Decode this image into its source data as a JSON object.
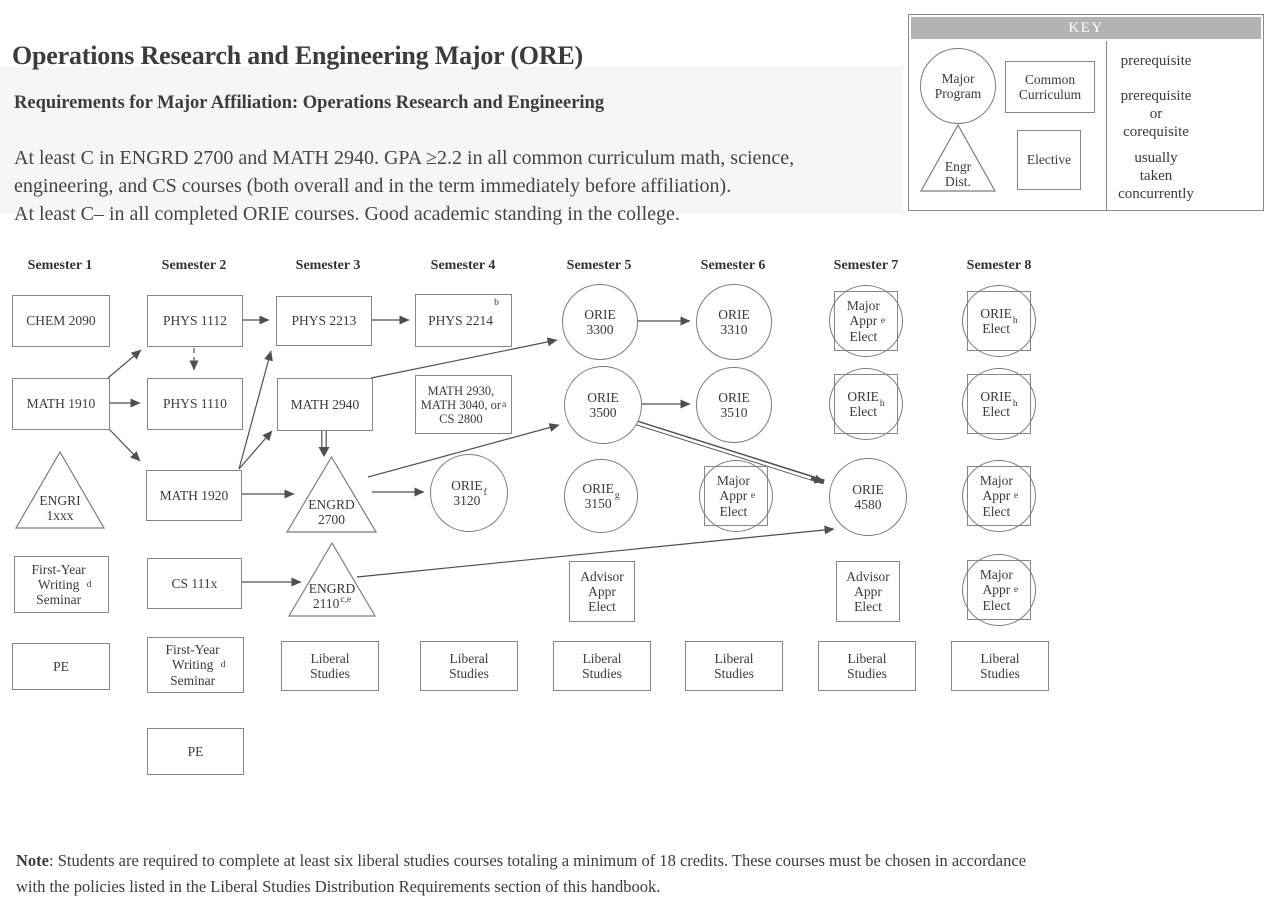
{
  "header": {
    "title": "Operations Research and Engineering Major (ORE)",
    "requirements_heading": "Requirements for Major Affiliation:  Operations Research and Engineering",
    "requirements_body": "At least C in ENGRD 2700 and MATH 2940. GPA ≥2.2 in all common curriculum math, science,\nengineering, and CS courses (both overall and in the term immediately before affiliation).\nAt least C– in all completed ORIE courses. Good academic standing in the college."
  },
  "key": {
    "title": "KEY",
    "shapes": {
      "major_program": "Major\nProgram",
      "common_curriculum": "Common\nCurriculum",
      "engr_dist": "Engr\nDist.",
      "elective": "Elective"
    },
    "arrow_labels": {
      "prerequisite": "prerequisite",
      "prereq_or_coreq": "prerequisite\nor\ncorequisite",
      "concurrent": "usually\ntaken\nconcurrently"
    }
  },
  "semesters": {
    "s1": "Semester 1",
    "s2": "Semester 2",
    "s3": "Semester 3",
    "s4": "Semester 4",
    "s5": "Semester 5",
    "s6": "Semester 6",
    "s7": "Semester 7",
    "s8": "Semester 8"
  },
  "nodes": {
    "chem2090": {
      "label": "CHEM 2090"
    },
    "math1910": {
      "label": "MATH 1910"
    },
    "engri1xxx": {
      "label": "ENGRI\n1xxx"
    },
    "fyws1": {
      "label": "First-Year\nWriting\nSeminar",
      "sup": "d"
    },
    "pe1": {
      "label": "PE"
    },
    "phys1112": {
      "label": "PHYS 1112"
    },
    "phys1110": {
      "label": "PHYS 1110"
    },
    "math1920": {
      "label": "MATH 1920"
    },
    "cs111x": {
      "label": "CS 111x"
    },
    "fyws2": {
      "label": "First-Year\nWriting\nSeminar",
      "sup": "d"
    },
    "pe2": {
      "label": "PE"
    },
    "phys2213": {
      "label": "PHYS 2213"
    },
    "math2940": {
      "label": "MATH 2940"
    },
    "engrd2700": {
      "label": "ENGRD\n2700"
    },
    "engrd2110": {
      "label": "ENGRD\n2110",
      "sup": "c,e"
    },
    "ls3": {
      "label": "Liberal\nStudies"
    },
    "phys2214": {
      "label": "PHYS 2214",
      "sup": "b"
    },
    "math2930": {
      "label": "MATH 2930,\nMATH 3040, or\nCS 2800",
      "sup": "a"
    },
    "orie3120": {
      "label": "ORIE\n3120",
      "sup": "f"
    },
    "ls4": {
      "label": "Liberal\nStudies"
    },
    "orie3300": {
      "label": "ORIE\n3300"
    },
    "orie3500": {
      "label": "ORIE\n3500"
    },
    "orie3150": {
      "label": "ORIE\n3150",
      "sup": "g"
    },
    "advelect5": {
      "label": "Advisor\nAppr\nElect"
    },
    "ls5": {
      "label": "Liberal\nStudies"
    },
    "orie3310": {
      "label": "ORIE\n3310"
    },
    "orie3510": {
      "label": "ORIE\n3510"
    },
    "majelect6": {
      "label": "Major\nAppr\nElect",
      "sup": "e"
    },
    "ls6": {
      "label": "Liberal\nStudies"
    },
    "majelect7": {
      "label": "Major\nAppr\nElect",
      "sup": "e"
    },
    "orieelect7": {
      "label": "ORIE\nElect",
      "sup": "h"
    },
    "orie4580": {
      "label": "ORIE\n4580"
    },
    "advelect7": {
      "label": "Advisor\nAppr\nElect"
    },
    "ls7": {
      "label": "Liberal\nStudies"
    },
    "orieelect8a": {
      "label": "ORIE\nElect",
      "sup": "h"
    },
    "orieelect8b": {
      "label": "ORIE\nElect",
      "sup": "h"
    },
    "majelect8a": {
      "label": "Major\nAppr\nElect",
      "sup": "e"
    },
    "majelect8b": {
      "label": "Major\nAppr\nElect",
      "sup": "e"
    },
    "ls8": {
      "label": "Liberal\nStudies"
    }
  },
  "edges": [
    {
      "from": "MATH 1910",
      "to": "PHYS 1112",
      "type": "prerequisite"
    },
    {
      "from": "MATH 1910",
      "to": "PHYS 1110",
      "type": "prerequisite"
    },
    {
      "from": "MATH 1910",
      "to": "MATH 1920",
      "type": "prerequisite"
    },
    {
      "from": "PHYS 1112",
      "to": "PHYS 1110",
      "type": "usually-taken-concurrently"
    },
    {
      "from": "PHYS 1112",
      "to": "PHYS 2213",
      "type": "prerequisite"
    },
    {
      "from": "MATH 1920",
      "to": "PHYS 2213",
      "type": "prerequisite"
    },
    {
      "from": "MATH 1920",
      "to": "MATH 2940",
      "type": "prerequisite"
    },
    {
      "from": "MATH 1920",
      "to": "ENGRD 2700",
      "type": "prerequisite"
    },
    {
      "from": "PHYS 2213",
      "to": "PHYS 2214",
      "type": "prerequisite"
    },
    {
      "from": "MATH 2940",
      "to": "ENGRD 2700",
      "type": "prerequisite-or-corequisite"
    },
    {
      "from": "MATH 2940",
      "to": "ORIE 3300",
      "type": "prerequisite"
    },
    {
      "from": "ENGRD 2700",
      "to": "ORIE 3120",
      "type": "prerequisite"
    },
    {
      "from": "ENGRD 2700",
      "to": "ORIE 3500",
      "type": "prerequisite"
    },
    {
      "from": "CS 111x",
      "to": "ENGRD 2110",
      "type": "prerequisite"
    },
    {
      "from": "ENGRD 2110",
      "to": "ORIE 4580",
      "type": "prerequisite"
    },
    {
      "from": "ORIE 3300",
      "to": "ORIE 3310",
      "type": "prerequisite"
    },
    {
      "from": "ORIE 3500",
      "to": "ORIE 3510",
      "type": "prerequisite"
    },
    {
      "from": "ORIE 3500",
      "to": "ORIE 4580",
      "type": "prerequisite-or-corequisite"
    }
  ],
  "note": {
    "label": "Note",
    "text": ": Students are required to complete at least six liberal studies courses totaling a minimum of 18 credits.  These courses must be chosen in accordance\nwith the policies listed in the Liberal Studies Distribution Requirements section of this handbook."
  },
  "colors": {
    "text": "#3a3a3a",
    "box_border": "#868686",
    "arrow_line": "#4f4f4f",
    "key_header_bg": "#b3b3b3",
    "requirements_band_bg": "#f6f6f6"
  }
}
